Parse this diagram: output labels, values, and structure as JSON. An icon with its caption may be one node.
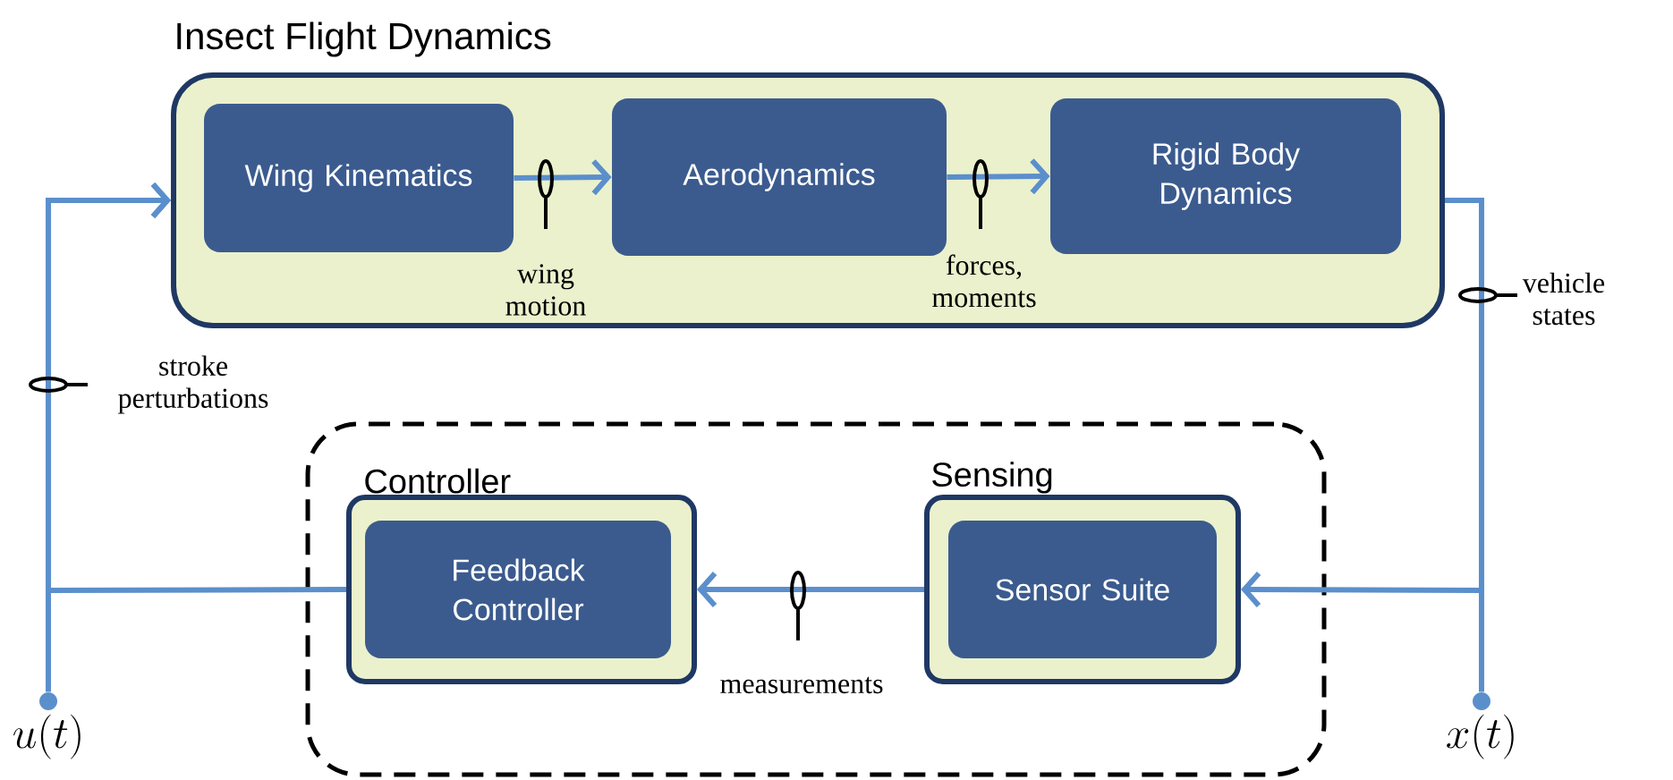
{
  "diagram": {
    "nodes": [
      {
        "text": [
          "Insect Flight Dynamics"
        ]
      },
      {
        "text": [
          "Wing Kinematics"
        ],
        "in": 0
      },
      {
        "text": [
          "Aerodynamics"
        ],
        "in": 0
      },
      {
        "text": [
          "Rigid Body Dynamics"
        ],
        "in": 0
      },
      {
        "text": [],
        "shape": "box"
      },
      {
        "text": [
          "Controller"
        ],
        "in": 4
      },
      {
        "text": [
          "Feedback Controller"
        ],
        "in": 5
      },
      {
        "text": [
          "Sensing"
        ],
        "in": 4
      },
      {
        "text": [
          "Sensor Suite"
        ],
        "in": 7
      },
      {
        "text": [
          "u(t)"
        ]
      },
      {
        "text": [
          "x(t)"
        ]
      }
    ],
    "edges": [
      {
        "from": 1,
        "to": 2,
        "arrow": "to",
        "label": "wing motion"
      },
      {
        "from": 2,
        "to": 3,
        "arrow": "to",
        "label": "forces, moments"
      },
      {
        "from": 0,
        "to": 7,
        "arrow": "to",
        "label": "vehicle states"
      },
      {
        "from": 0,
        "to": 10,
        "arrow": "none"
      },
      {
        "from": 7,
        "to": 5,
        "arrow": "to",
        "label": "measurements"
      },
      {
        "from": 5,
        "to": 0,
        "arrow": "to",
        "label": "stroke perturbations"
      },
      {
        "from": 9,
        "to": 0,
        "arrow": "to"
      }
    ]
  }
}
